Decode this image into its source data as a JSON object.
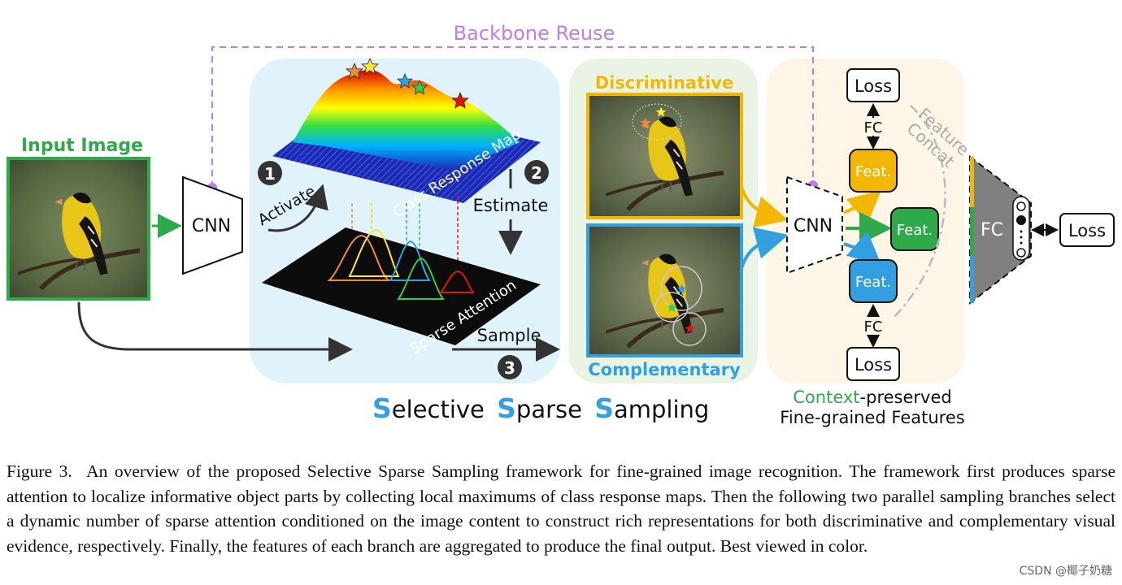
{
  "diagram": {
    "backbone_reuse": "Backbone Reuse",
    "input_image_label": "Input Image",
    "cnn_label": "CNN",
    "activate_label": "Activate",
    "estimate_label": "Estimate",
    "sample_label": "Sample",
    "step_numbers": [
      "1",
      "2",
      "3"
    ],
    "class_response_map_label": "Class Response Map",
    "sparse_attention_label": "Sparse Attention",
    "discriminative_label": "Discriminative",
    "complementary_label": "Complementary",
    "selective_sparse_sampling": {
      "letter_1": "S",
      "rest_1": "elective",
      "letter_2": "S",
      "rest_2": "parse",
      "letter_3": "S",
      "rest_3": "ampling"
    },
    "cnn2_label": "CNN",
    "feat_label": "Feat.",
    "fc_label": "FC",
    "loss_label": "Loss",
    "feature_concat_line1": "Feature",
    "feature_concat_line2": "Concat",
    "context_word": "Context",
    "context_rest": "-preserved",
    "fine_grained_features": "Fine-grained Features"
  },
  "caption": {
    "figure_label": "Figure 3.",
    "text": "An overview of the proposed Selective Sparse Sampling framework for fine-grained image recognition. The framework first produces sparse attention to localize informative object parts by collecting local maximums of class response maps. Then the following two parallel sampling branches select a dynamic number of sparse attention conditioned on the image content to construct rich representations for both discriminative and complementary visual evidence, respectively. Finally, the features of each branch are aggregated to produce the final output. Best viewed in color."
  },
  "watermark": "CSDN @椰子奶糖",
  "colors": {
    "green": "#2eaa4a",
    "blue": "#32a0e0",
    "yellow": "#f2b705",
    "purple": "#c27ce6",
    "light_blue_bg": "#e0f3fa",
    "light_green_bg": "#eaf4e4",
    "light_yellow_bg": "#fdf6e6",
    "gray": "#808080"
  }
}
